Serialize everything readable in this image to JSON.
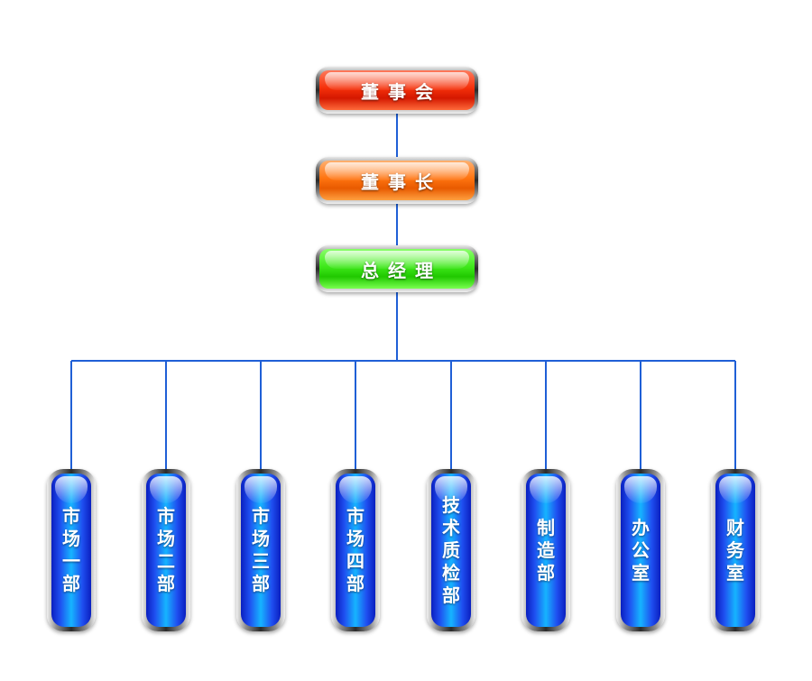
{
  "colors": {
    "connector": "#1f5fd6",
    "board": "#f5300a",
    "chairman": "#ff7410",
    "general_manager": "#3ee81a",
    "department": "#16b4ff"
  },
  "top_chain": [
    {
      "label": "董事会",
      "color": "red"
    },
    {
      "label": "董事长",
      "color": "orange"
    },
    {
      "label": "总经理",
      "color": "green"
    }
  ],
  "departments": [
    {
      "label": "市场一部"
    },
    {
      "label": "市场二部"
    },
    {
      "label": "市场三部"
    },
    {
      "label": "市场四部"
    },
    {
      "label": "技术质检部"
    },
    {
      "label": "制造部"
    },
    {
      "label": "办公室"
    },
    {
      "label": "财务室"
    }
  ]
}
